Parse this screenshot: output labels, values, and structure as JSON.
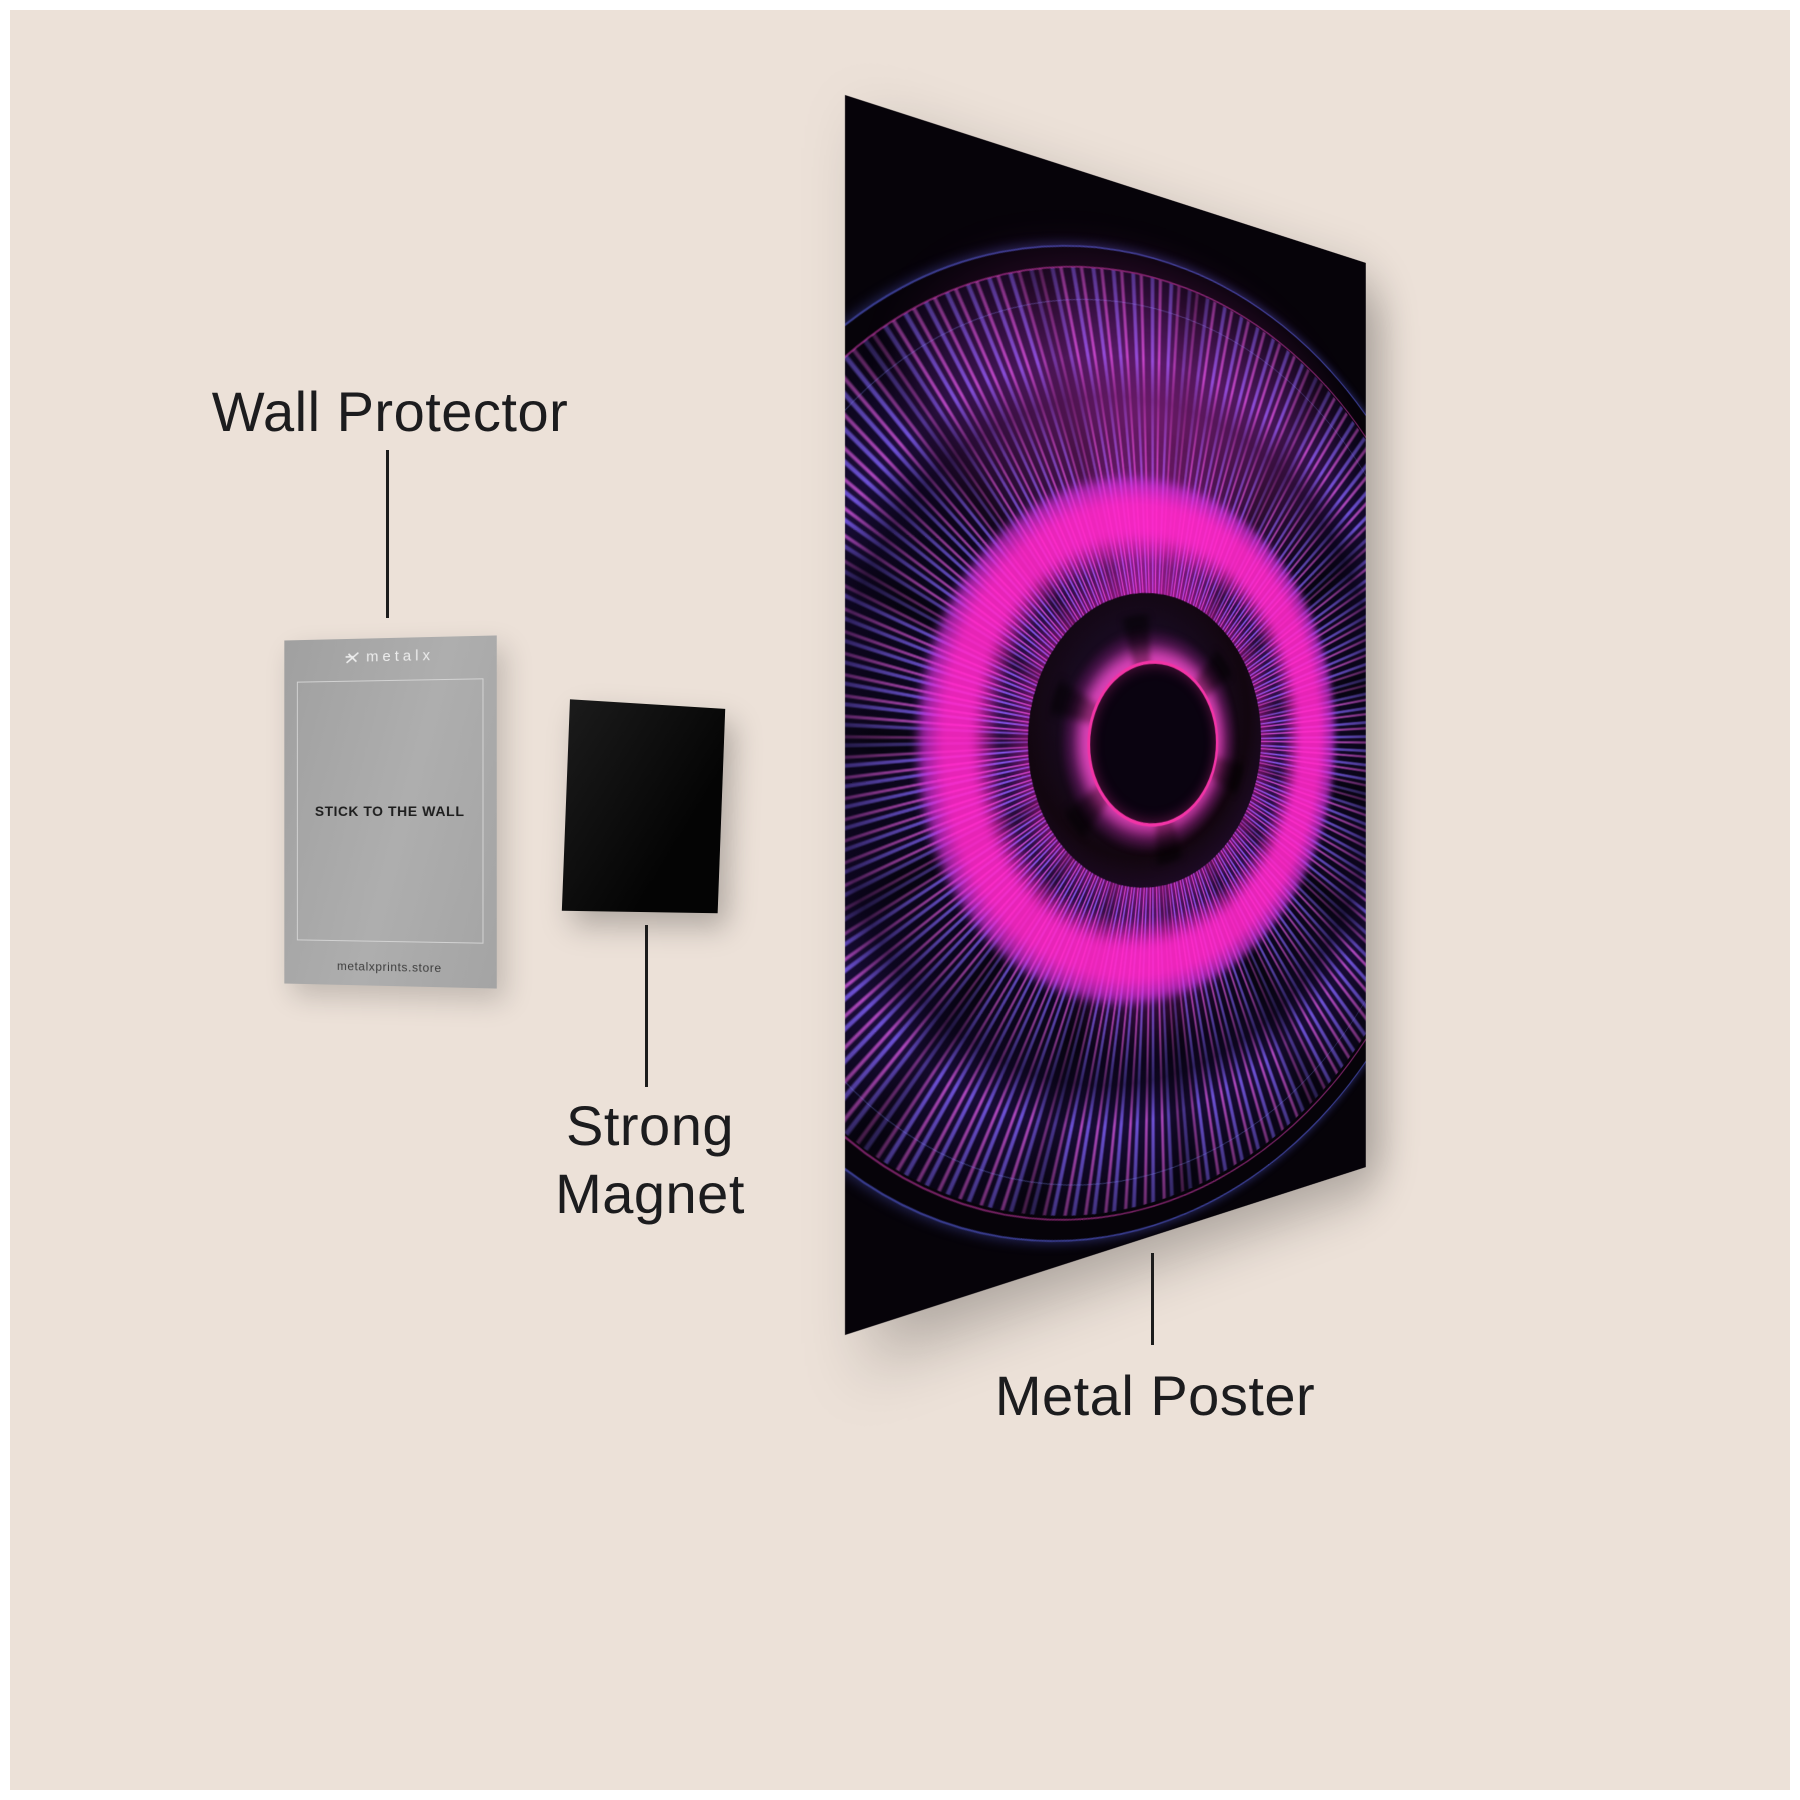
{
  "canvas": {
    "background_color": "#ece1d8",
    "frame_color": "#ffffff"
  },
  "labels": {
    "wall_protector": "Wall Protector",
    "strong_magnet": [
      "Strong",
      "Magnet"
    ],
    "metal_poster": "Metal Poster",
    "text_color": "#1c1c1e"
  },
  "wall_protector_card": {
    "brand": "metalx",
    "center_text": "STICK TO THE WALL",
    "footer_text": "metalxprints.store",
    "card_color": "#a8a8a8"
  },
  "magnet": {
    "color": "#0d0d0d"
  },
  "poster": {
    "artwork": "neon-eye-artwork",
    "colors": {
      "background": "#060309",
      "magenta": "#ff2dc8",
      "violet": "#7c5ff2",
      "blue": "#6470ff"
    }
  }
}
